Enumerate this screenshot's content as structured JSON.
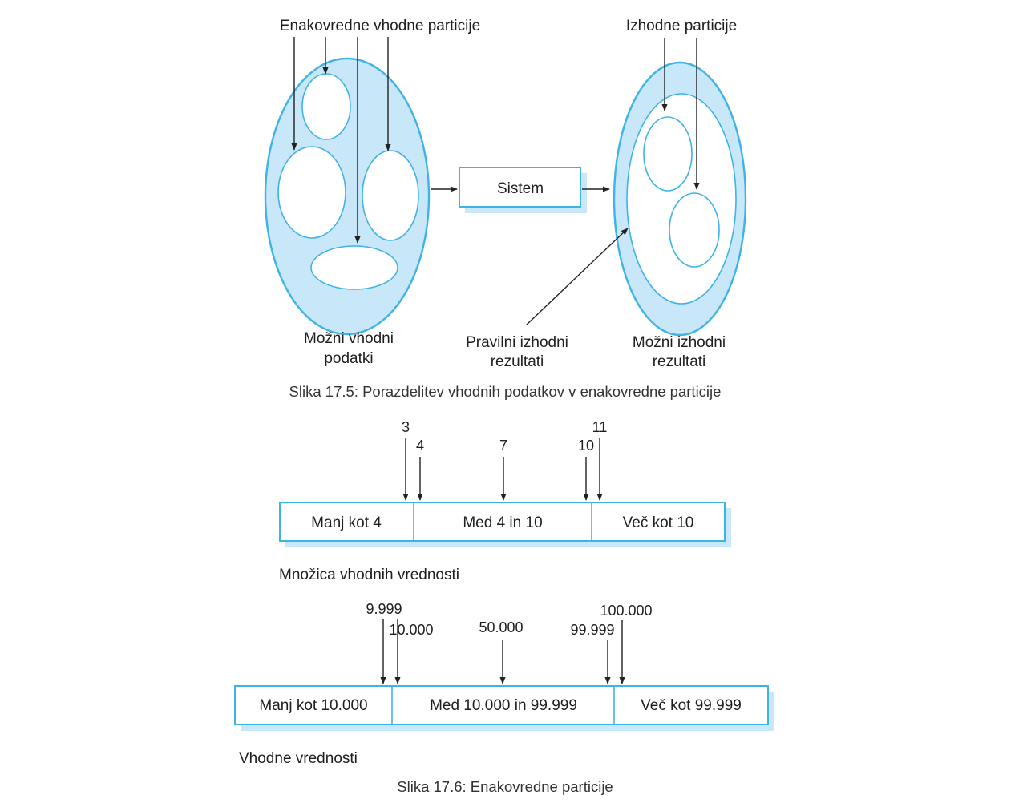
{
  "figure1": {
    "label_input_partitions": "Enakovredne vhodne particije",
    "label_output_partitions": "Izhodne particije",
    "system_label": "Sistem",
    "label_possible_inputs_line1": "Možni vhodni",
    "label_possible_inputs_line2": "podatki",
    "label_correct_outputs_line1": "Pravilni izhodni",
    "label_correct_outputs_line2": "rezultati",
    "label_possible_outputs_line1": "Možni izhodni",
    "label_possible_outputs_line2": "rezultati",
    "caption": "Slika 17.5: Porazdelitev vhodnih podatkov v enakovredne particije"
  },
  "figure2": {
    "top": {
      "values": [
        "3",
        "4",
        "7",
        "10",
        "11"
      ],
      "segments": [
        "Manj kot 4",
        "Med 4 in 10",
        "Več kot 10"
      ],
      "label": "Množica vhodnih vrednosti"
    },
    "bottom": {
      "values": [
        "9.999",
        "10.000",
        "50.000",
        "99.999",
        "100.000"
      ],
      "segments": [
        "Manj kot 10.000",
        "Med 10.000 in 99.999",
        "Več kot 99.999"
      ],
      "label": "Vhodne vrednosti"
    },
    "caption": "Slika 17.6: Enakovredne particije"
  },
  "colors": {
    "accent": "#3fb3e6",
    "fill": "#c8e8f9",
    "shadow": "#c8e8f9"
  }
}
